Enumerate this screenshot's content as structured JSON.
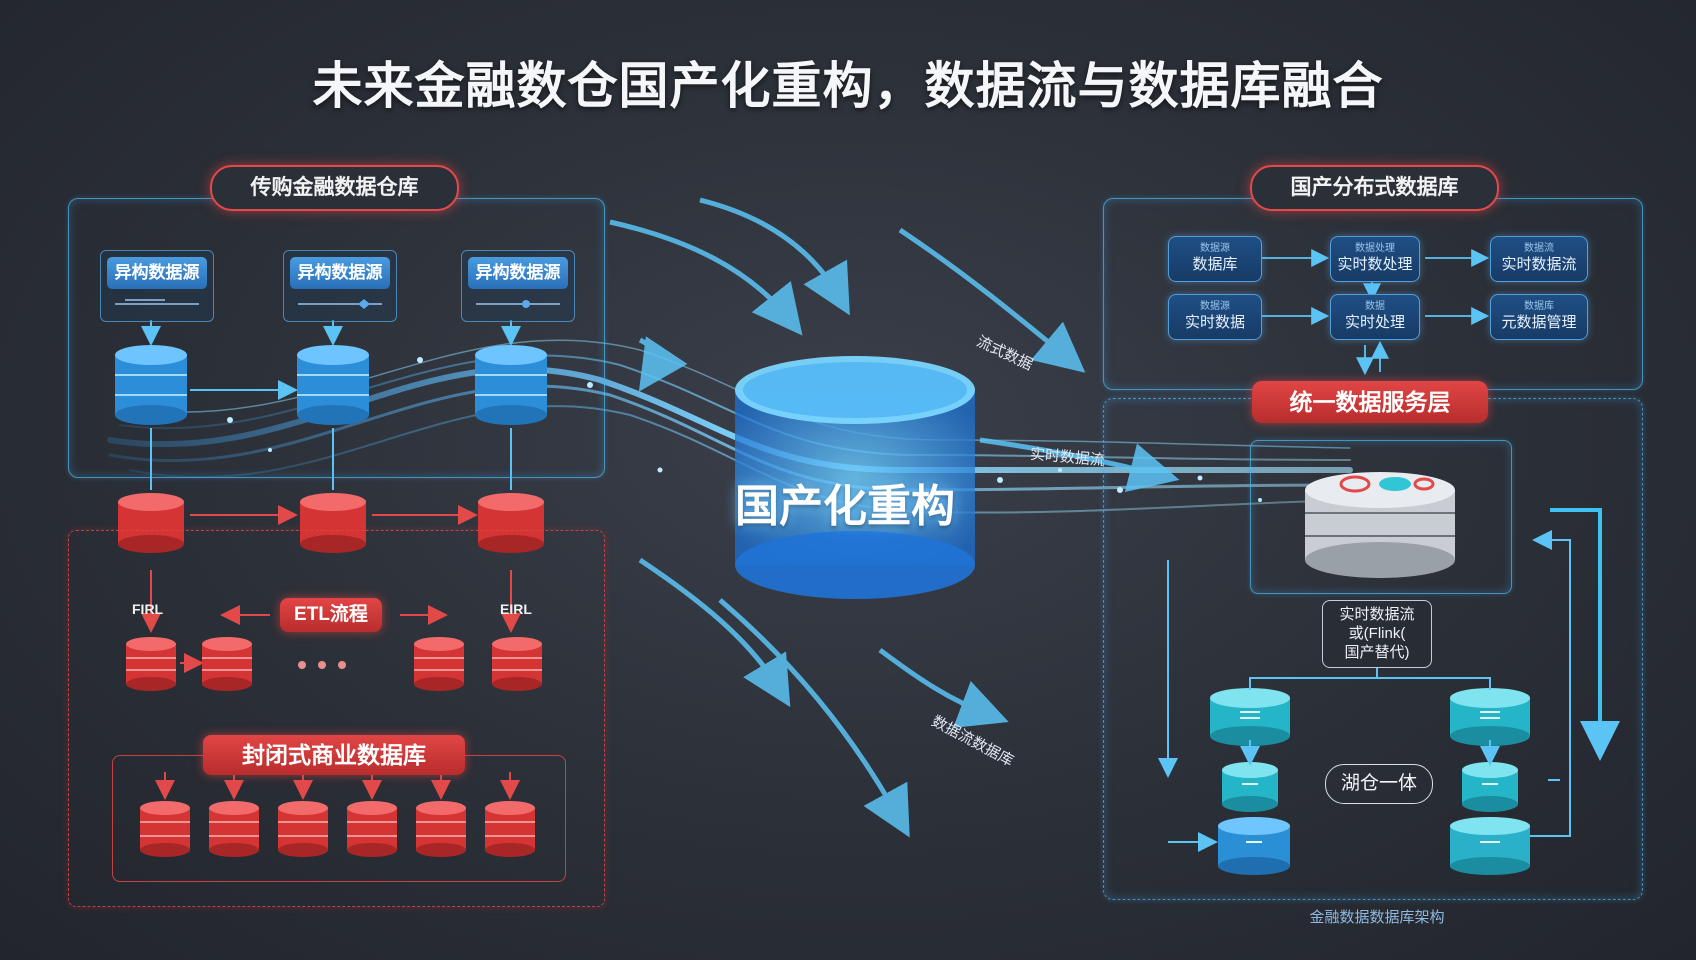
{
  "title": "未来金融数仓国产化重构，数据流与数据库融合",
  "left": {
    "header": "传购金融数据仓库",
    "sources": [
      "异构数据源",
      "异构数据源",
      "异构数据源"
    ],
    "etl_left": "FI​RL",
    "etl_center": "ETL流程",
    "etl_right": "EI​RL",
    "closed_db": "封闭式商业数据库"
  },
  "center": {
    "label": "国产化重构",
    "flow_top": "流式数据",
    "flow_mid": "实时数据流",
    "flow_bottom": "数据流数据库"
  },
  "right": {
    "header": "国产分布式数据库",
    "nodes_row1": [
      {
        "small": "数据源",
        "large": "数据库"
      },
      {
        "small": "数据处理",
        "large": "实时数处理"
      },
      {
        "small": "数据流",
        "large": "实时数据流"
      }
    ],
    "nodes_row2": [
      {
        "small": "数据源",
        "large": "实时数据"
      },
      {
        "small": "数据",
        "large": "实时处理"
      },
      {
        "small": "数据库",
        "large": "元数据管理"
      }
    ],
    "service_layer": "统一数据服务层",
    "stream_box": [
      "实时数据流",
      "或(Flink(",
      "国产替代)"
    ],
    "lakehouse": "湖仓一体",
    "footer": "金融数据数据库架构"
  }
}
